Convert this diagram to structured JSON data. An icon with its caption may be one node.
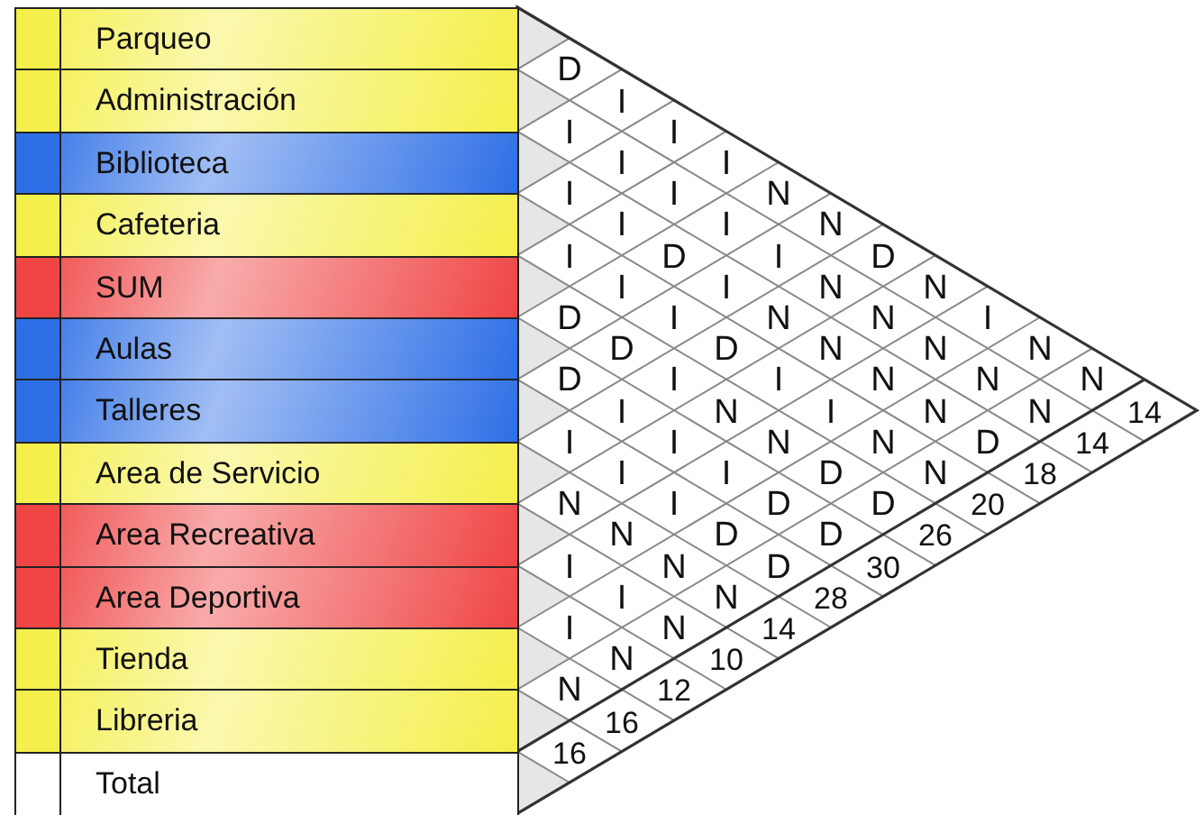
{
  "diagram": {
    "nodes": [
      {
        "text": [
          "Parqueo"
        ]
      },
      {
        "text": [
          "Administración"
        ]
      },
      {
        "text": [
          "Biblioteca"
        ]
      },
      {
        "text": [
          "Cafeteria"
        ]
      },
      {
        "text": [
          "SUM"
        ]
      },
      {
        "text": [
          "Aulas"
        ]
      },
      {
        "text": [
          "Talleres"
        ]
      },
      {
        "text": [
          "Area de Servicio"
        ]
      },
      {
        "text": [
          "Area Recreativa"
        ]
      },
      {
        "text": [
          "Area Deportiva"
        ]
      },
      {
        "text": [
          "Tienda"
        ]
      },
      {
        "text": [
          "Libreria"
        ]
      },
      {
        "text": [
          "Total"
        ]
      }
    ],
    "labels": [
      "D",
      "I",
      "I",
      "I",
      "N",
      "N",
      "D",
      "N",
      "I",
      "N",
      "N",
      "14",
      "I",
      "I",
      "I",
      "I",
      "I",
      "N",
      "N",
      "N",
      "N",
      "N",
      "14",
      "I",
      "I",
      "D",
      "I",
      "N",
      "N",
      "N",
      "N",
      "D",
      "18",
      "I",
      "I",
      "I",
      "D",
      "I",
      "I",
      "N",
      "N",
      "20",
      "D",
      "D",
      "I",
      "N",
      "N",
      "D",
      "D",
      "26",
      "D",
      "I",
      "I",
      "I",
      "D",
      "D",
      "30",
      "I",
      "I",
      "I",
      "D",
      "D",
      "28",
      "N",
      "N",
      "N",
      "N",
      "14",
      "I",
      "I",
      "N",
      "10",
      "I",
      "N",
      "12",
      "N",
      "16",
      "16"
    ]
  }
}
